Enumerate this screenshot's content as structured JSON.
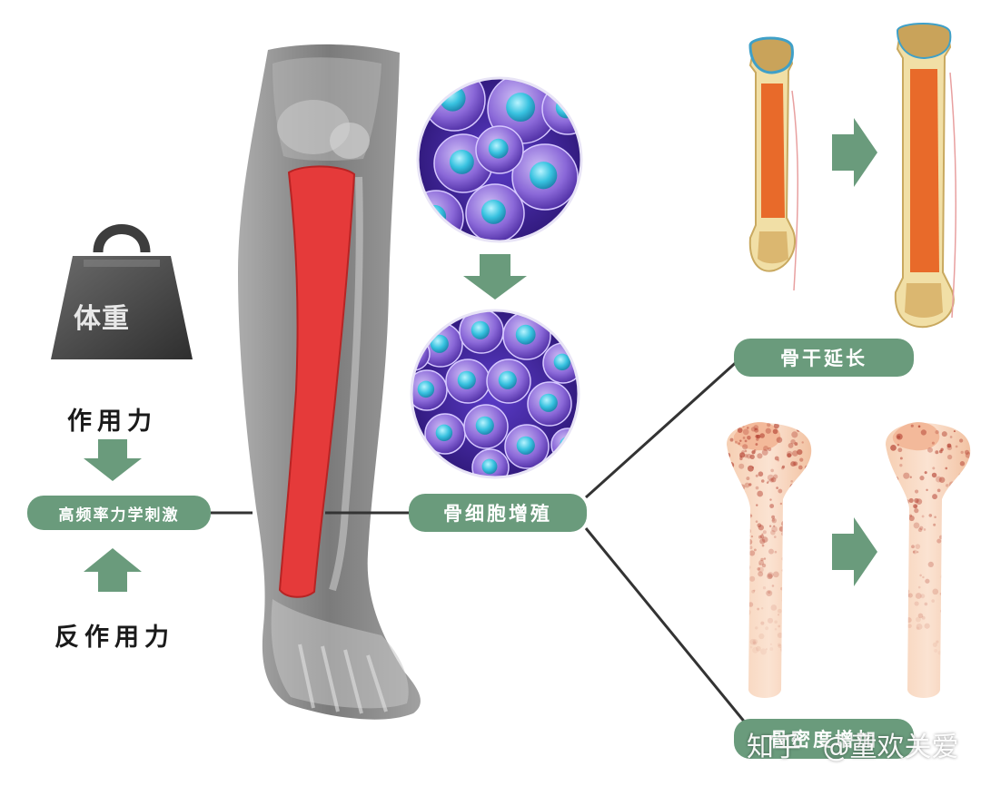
{
  "weight": {
    "label": "体重"
  },
  "forces": {
    "action": "作用力",
    "reaction": "反作用力"
  },
  "nodes": {
    "stimulus": "高频率力学刺激",
    "proliferation": "骨细胞增殖",
    "elongation": "骨干延长",
    "density": "骨密度增加"
  },
  "watermark": {
    "platform": "知乎",
    "author": "@童欢关爱"
  },
  "colors": {
    "pill": "#6a9b7c",
    "arrow": "#6a9b7c",
    "tibia": "#e53a3a",
    "marrow": "#e0662a",
    "cell": "#7a5ccc",
    "nucleus": "#38c2e0"
  }
}
